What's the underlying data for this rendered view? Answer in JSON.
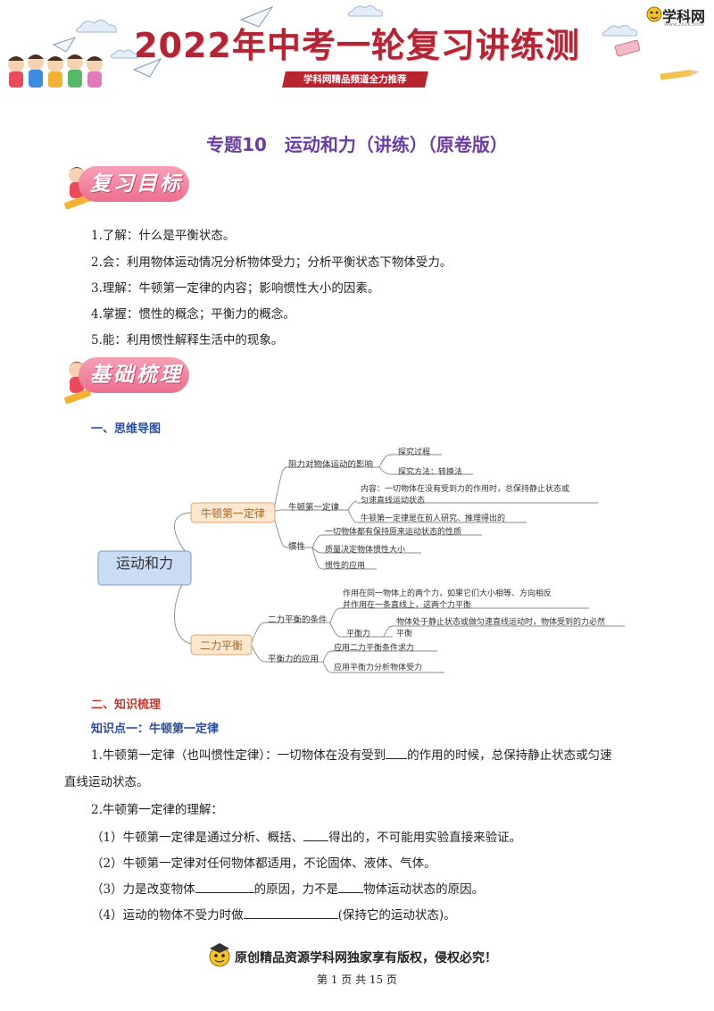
{
  "banner": {
    "title": "2022年中考一轮复习讲练测",
    "ribbon": "学科网精品频道全力推荐",
    "logo_text": "学科网",
    "logo_sub": "www.zxxk.com"
  },
  "doc_title": "专题10　运动和力（讲练）（原卷版）",
  "section1": {
    "badge": "复习目标",
    "items": [
      "1.了解：什么是平衡状态。",
      "2.会：利用物体运动情况分析物体受力；分析平衡状态下物体受力。",
      "3.理解：牛顿第一定律的内容；影响惯性大小的因素。",
      "4.掌握：惯性的概念；平衡力的概念。",
      "5.能：利用惯性解释生活中的现象。"
    ]
  },
  "section2": {
    "badge": "基础梳理",
    "heading1": "一、思维导图",
    "mindmap": {
      "root": "运动和力",
      "branch1": "牛顿第一定律",
      "branch2": "二力平衡",
      "b1_sub1": "阻力对物体运动的影响",
      "b1_sub1_a": "探究过程",
      "b1_sub1_b": "探究方法：转换法",
      "b1_sub2": "牛顿第一定律",
      "b1_sub2_a1": "内容：一切物体在没有受到力的作用时，总保持静止状态或",
      "b1_sub2_a2": "匀速直线运动状态",
      "b1_sub2_b": "牛顿第一定律是在前人研究、推理得出的",
      "b1_sub3": "惯性",
      "b1_sub3_a": "一切物体都有保持原来运动状态的性质",
      "b1_sub3_b": "质量决定物体惯性大小",
      "b1_sub3_c": "惯性的应用",
      "b2_sub1": "二力平衡的条件",
      "b2_sub1_a1": "作用在同一物体上的两个力，如果它们大小相等、方向相反",
      "b2_sub1_a2": "并作用在一条直线上，这两个力平衡",
      "b2_sub1_b": "平衡力",
      "b2_sub1_b_a1": "物体处于静止状态或做匀速直线运动时，物体受到的力必然",
      "b2_sub1_b_a2": "平衡",
      "b2_sub2": "平衡力的应用",
      "b2_sub2_a": "应用二力平衡条件求力",
      "b2_sub2_b": "应用平衡力分析物体受力"
    },
    "heading2": "二、知识梳理",
    "knowledge1": "知识点一：牛顿第一定律",
    "p1_a": "1.牛顿第一定律（也叫惯性定律）：一切物体在没有受到",
    "p1_b": "的作用的时候，总保持静止状态或匀速",
    "p1_c": "直线运动状态。",
    "p2": "2.牛顿第一定律的理解：",
    "p3_a": "（1）牛顿第一定律是通过分析、概括、",
    "p3_b": "得出的，不可能用实验直接来验证。",
    "p4": "（2）牛顿第一定律对任何物体都适用，不论固体、液体、气体。",
    "p5_a": "（3）力是改变物体",
    "p5_b": "的原因，力不是",
    "p5_c": "物体运动状态的原因。",
    "p6_a": "（4）运动的物体不受力时做",
    "p6_b": "(保持它的运动状态)。"
  },
  "footer": {
    "copyright": "原创精品资源学科网独家享有版权，侵权必究！",
    "page": "第 1 页 共 15 页"
  }
}
